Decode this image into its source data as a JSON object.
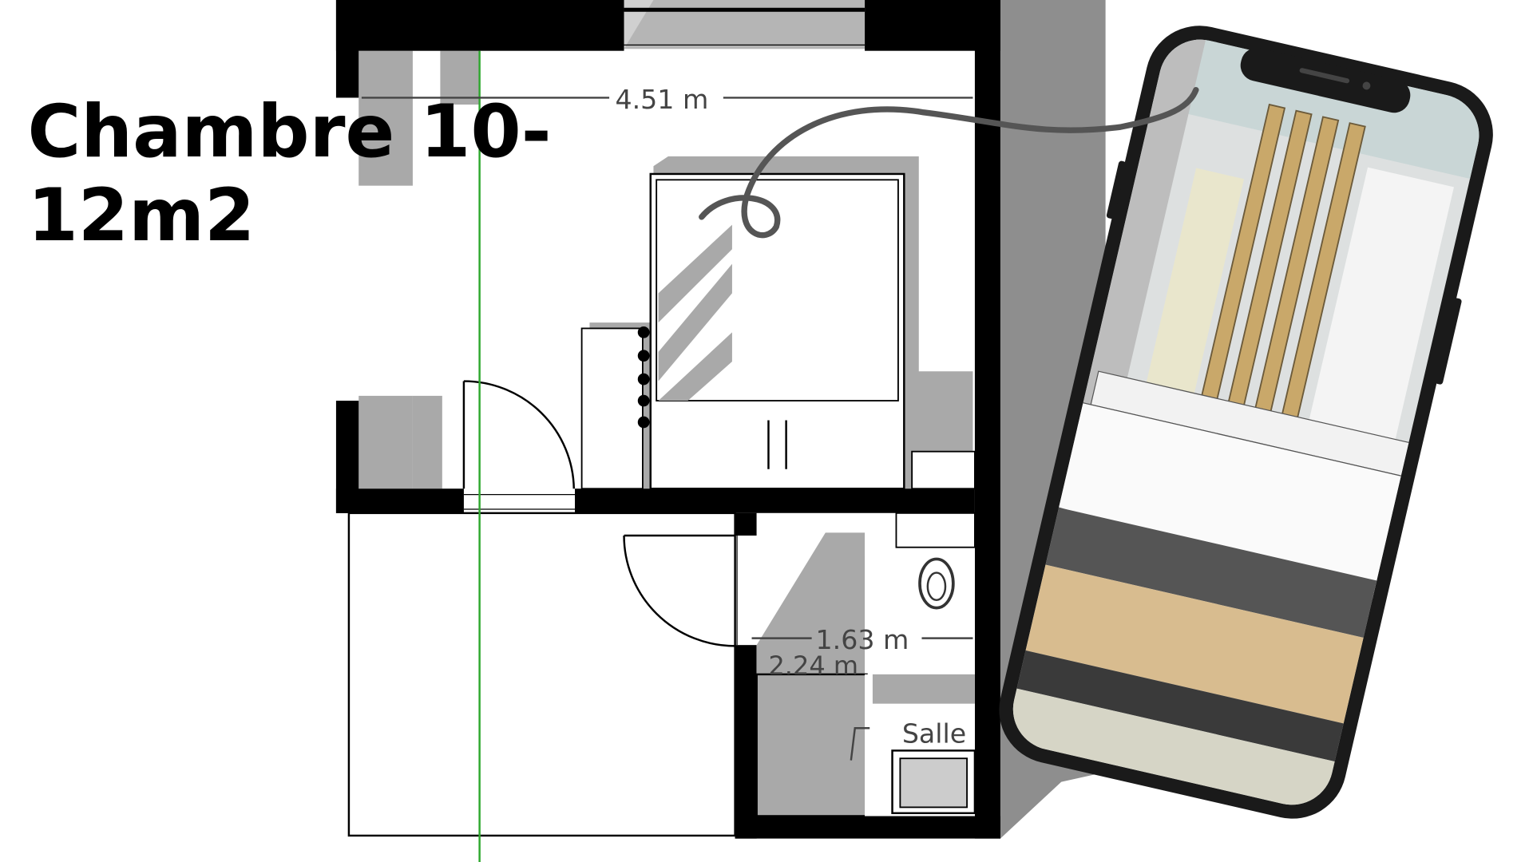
{
  "title": {
    "line1": "Chambre 10-",
    "line2": "12m2"
  },
  "plan": {
    "dim_room_width": "4.51 m",
    "dim_bath_width": "1.63 m",
    "dim_bath_length": "2.24 m",
    "bath_label": "Salle"
  },
  "colors": {
    "wall": "#000000",
    "shadow": "#a9a9a9",
    "guide": "#2fa82f",
    "phone": "#1a1a1a",
    "wood": "#c9a86a"
  }
}
